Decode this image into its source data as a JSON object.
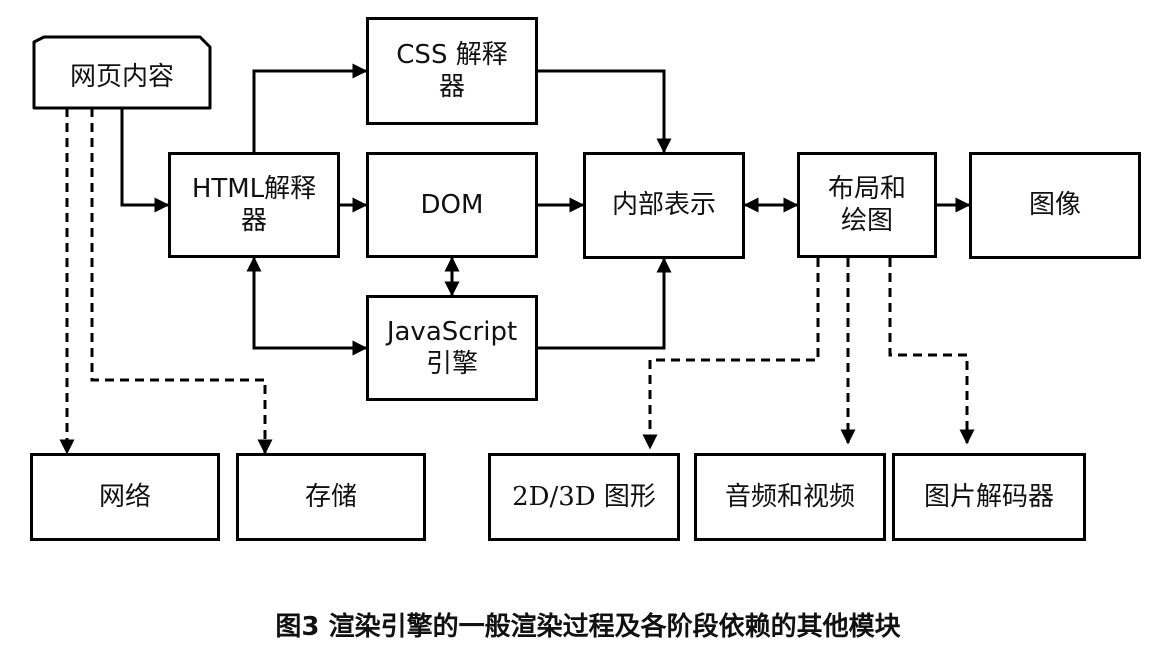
{
  "nodes": {
    "web_content": "网页内容",
    "css_parser": "CSS 解释器",
    "html_parser": "HTML解释器",
    "dom": "DOM",
    "internal_repr": "内部表示",
    "layout_paint": "布局和绘图",
    "image": "图像",
    "js_engine": "JavaScript引擎",
    "network": "网络",
    "storage": "存储",
    "graphics_2d3d": "2D/3D 图形",
    "audio_video": "音频和视频",
    "image_decoder": "图片解码器"
  },
  "caption": "图3 渲染引擎的一般渲染过程及各阶段依赖的其他模块",
  "edges": [
    {
      "from": "web_content",
      "to": "html_parser",
      "style": "solid"
    },
    {
      "from": "html_parser",
      "to": "css_parser",
      "style": "solid"
    },
    {
      "from": "html_parser",
      "to": "dom",
      "style": "solid"
    },
    {
      "from": "css_parser",
      "to": "internal_repr",
      "style": "solid"
    },
    {
      "from": "dom",
      "to": "internal_repr",
      "style": "solid"
    },
    {
      "from": "dom",
      "to": "js_engine",
      "style": "solid",
      "bidirectional": true
    },
    {
      "from": "html_parser",
      "to": "js_engine",
      "style": "solid",
      "bidirectional": true
    },
    {
      "from": "js_engine",
      "to": "internal_repr",
      "style": "solid"
    },
    {
      "from": "internal_repr",
      "to": "layout_paint",
      "style": "solid",
      "bidirectional": true
    },
    {
      "from": "layout_paint",
      "to": "image",
      "style": "solid"
    },
    {
      "from": "web_content",
      "to": "network",
      "style": "dashed"
    },
    {
      "from": "web_content",
      "to": "storage",
      "style": "dashed"
    },
    {
      "from": "layout_paint",
      "to": "graphics_2d3d",
      "style": "dashed"
    },
    {
      "from": "layout_paint",
      "to": "audio_video",
      "style": "dashed"
    },
    {
      "from": "layout_paint",
      "to": "image_decoder",
      "style": "dashed"
    }
  ]
}
